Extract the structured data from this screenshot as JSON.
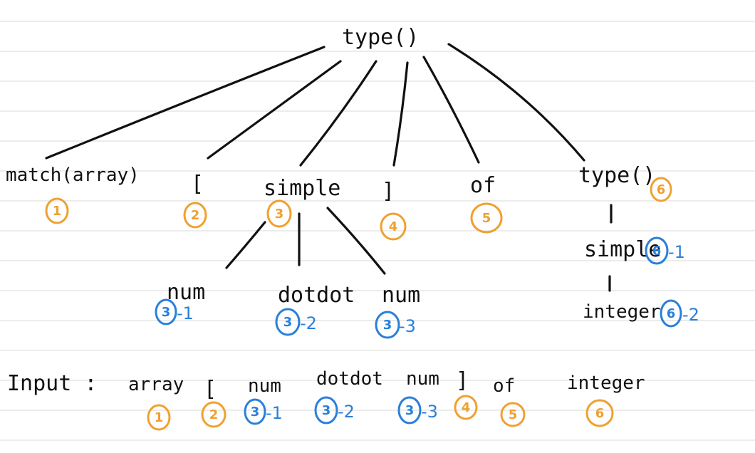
{
  "colors": {
    "orange": "#f0a030",
    "blue": "#2a7fd9",
    "ink": "#111111",
    "ruled_line": "#e1e1e1"
  },
  "tree": {
    "root": "type()",
    "children": [
      {
        "label": "match(array)",
        "badge": "1",
        "color": "orange"
      },
      {
        "label": "[",
        "badge": "2",
        "color": "orange"
      },
      {
        "label": "simple",
        "badge": "3",
        "color": "orange",
        "children": [
          {
            "label": "num",
            "badge": "3",
            "suffix": "-1",
            "color": "blue"
          },
          {
            "label": "dotdot",
            "badge": "3",
            "suffix": "-2",
            "color": "blue"
          },
          {
            "label": "num",
            "badge": "3",
            "suffix": "-3",
            "color": "blue"
          }
        ]
      },
      {
        "label": "]",
        "badge": "4",
        "color": "orange"
      },
      {
        "label": "of",
        "badge": "5",
        "color": "orange"
      },
      {
        "label": "type()",
        "badge": "6",
        "color": "orange",
        "children": [
          {
            "label": "simple",
            "badge": "6",
            "suffix": "-1",
            "color": "blue",
            "children": [
              {
                "label": "integer",
                "badge": "6",
                "suffix": "-2",
                "color": "blue"
              }
            ]
          }
        ]
      }
    ]
  },
  "input": {
    "label": "Input :",
    "tokens": [
      {
        "text": "array",
        "badge": "1",
        "color": "orange"
      },
      {
        "text": "[",
        "badge": "2",
        "color": "orange"
      },
      {
        "text": "num",
        "badge": "3",
        "suffix": "-1",
        "color": "blue"
      },
      {
        "text": "dotdot",
        "badge": "3",
        "suffix": "-2",
        "color": "blue"
      },
      {
        "text": "num",
        "badge": "3",
        "suffix": "-3",
        "color": "blue"
      },
      {
        "text": "]",
        "badge": "4",
        "color": "orange"
      },
      {
        "text": "of",
        "badge": "5",
        "color": "orange"
      },
      {
        "text": "integer",
        "badge": "6",
        "color": "orange"
      }
    ]
  }
}
